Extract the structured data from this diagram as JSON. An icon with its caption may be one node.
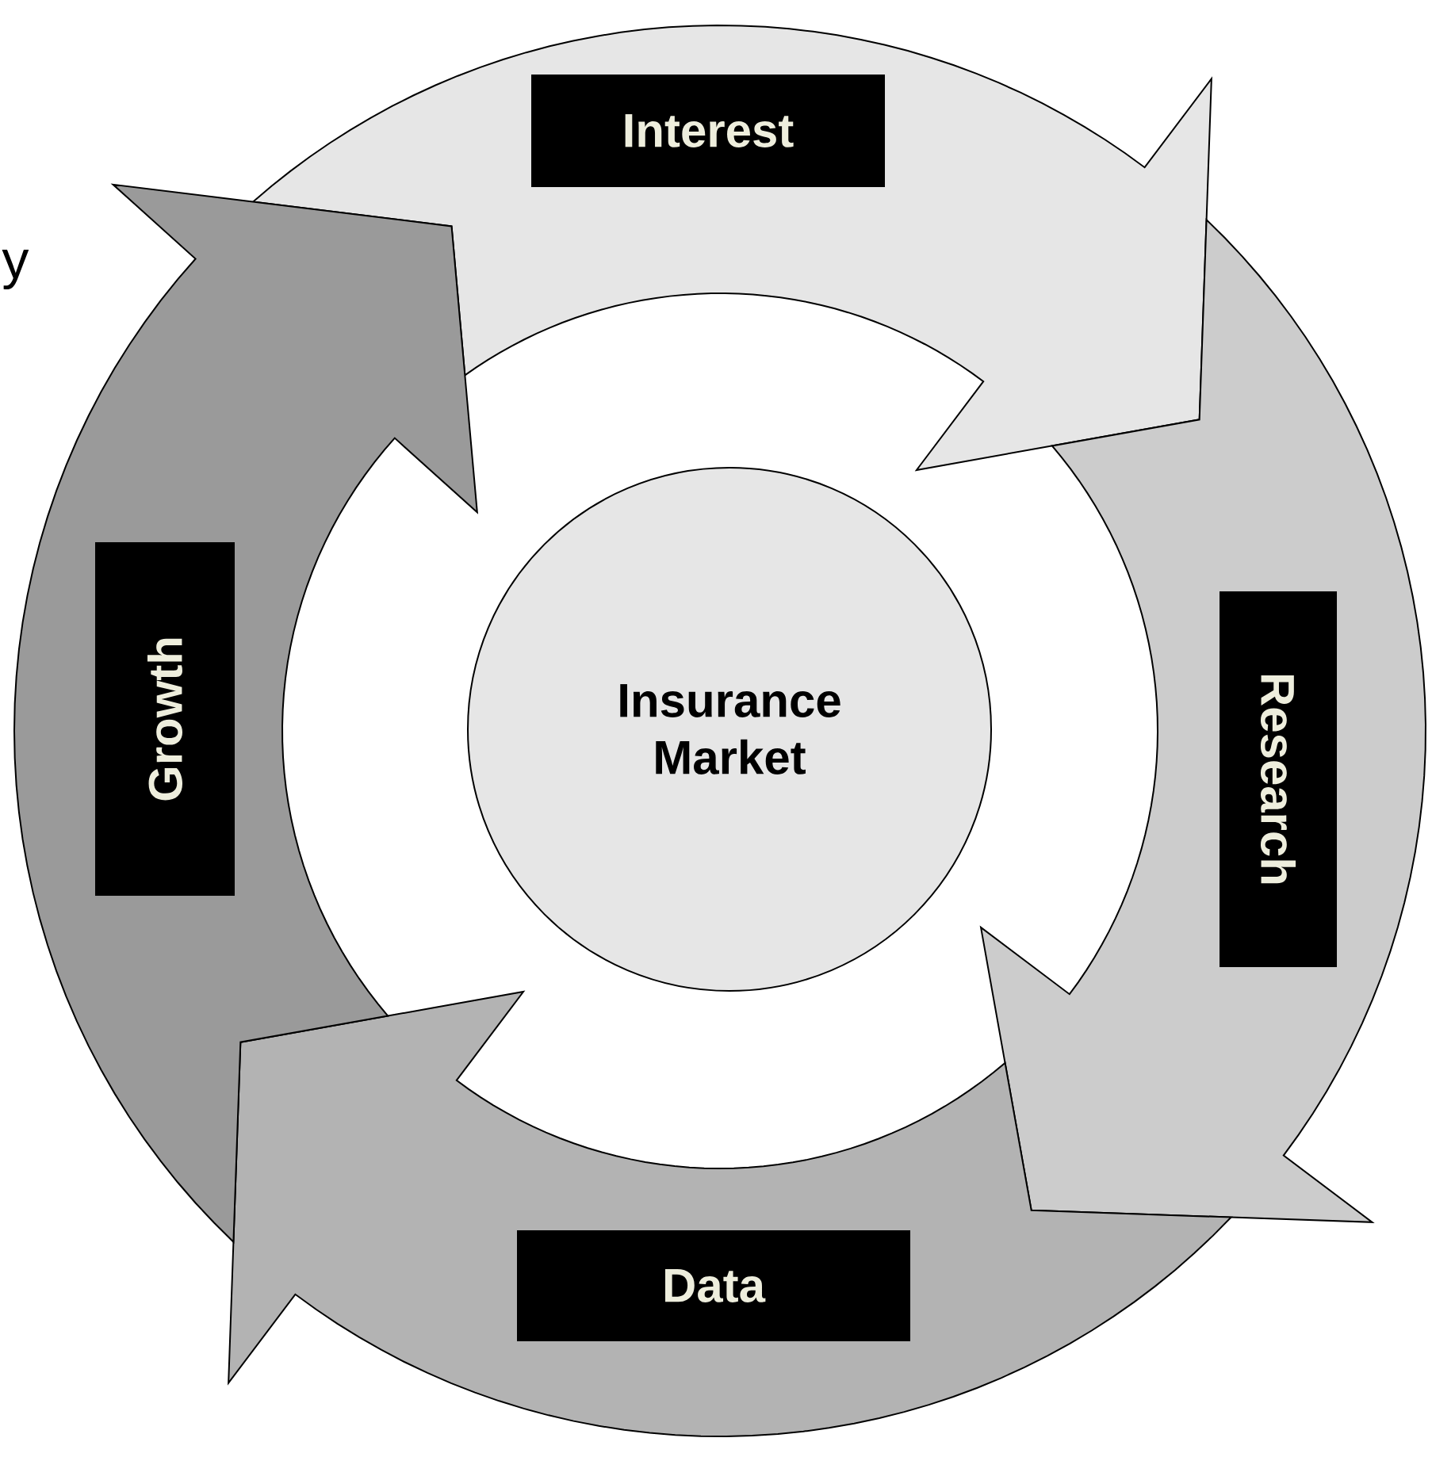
{
  "diagram": {
    "nodes": [
      {
        "text": [
          "Insurance Market"
        ]
      },
      {
        "text": [
          "Interest"
        ]
      },
      {
        "text": [
          "Research"
        ]
      },
      {
        "text": [
          "Data"
        ]
      },
      {
        "text": [
          "Growth"
        ]
      }
    ],
    "labels": [
      "y"
    ]
  }
}
